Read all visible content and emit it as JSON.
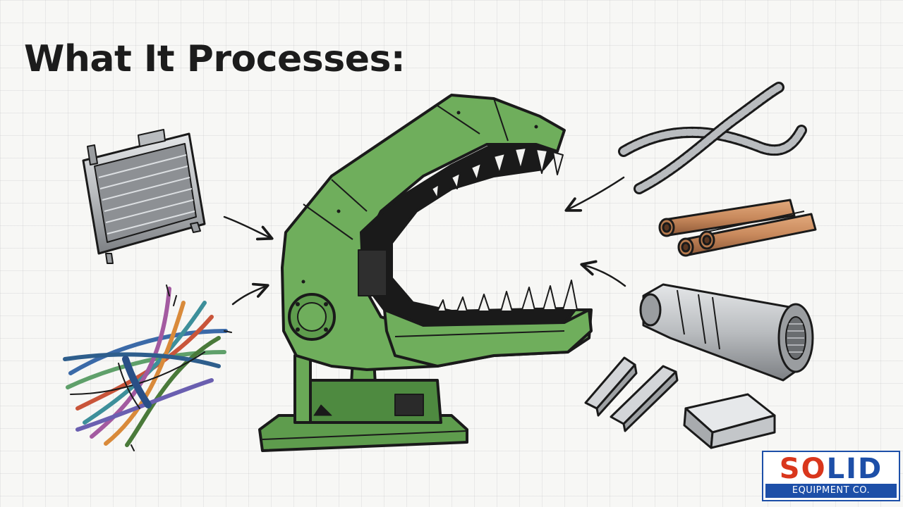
{
  "slide": {
    "title": "What It Processes:"
  },
  "illustration": {
    "machine": "green-shredder-machine",
    "inputs_left": [
      "radiator",
      "wire-bundle"
    ],
    "inputs_right": [
      "cables",
      "copper-pipes",
      "catalytic-converter",
      "metal-bars",
      "metal-block"
    ],
    "colors": {
      "machine_green": "#6fae5c",
      "copper": "#c98a5d",
      "steel": "#b9bcbf"
    }
  },
  "logo": {
    "text": "SOLID",
    "subtitle": "EQUIPMENT CO.",
    "colors": {
      "red": "#d9361c",
      "blue": "#1d4fa8"
    }
  }
}
